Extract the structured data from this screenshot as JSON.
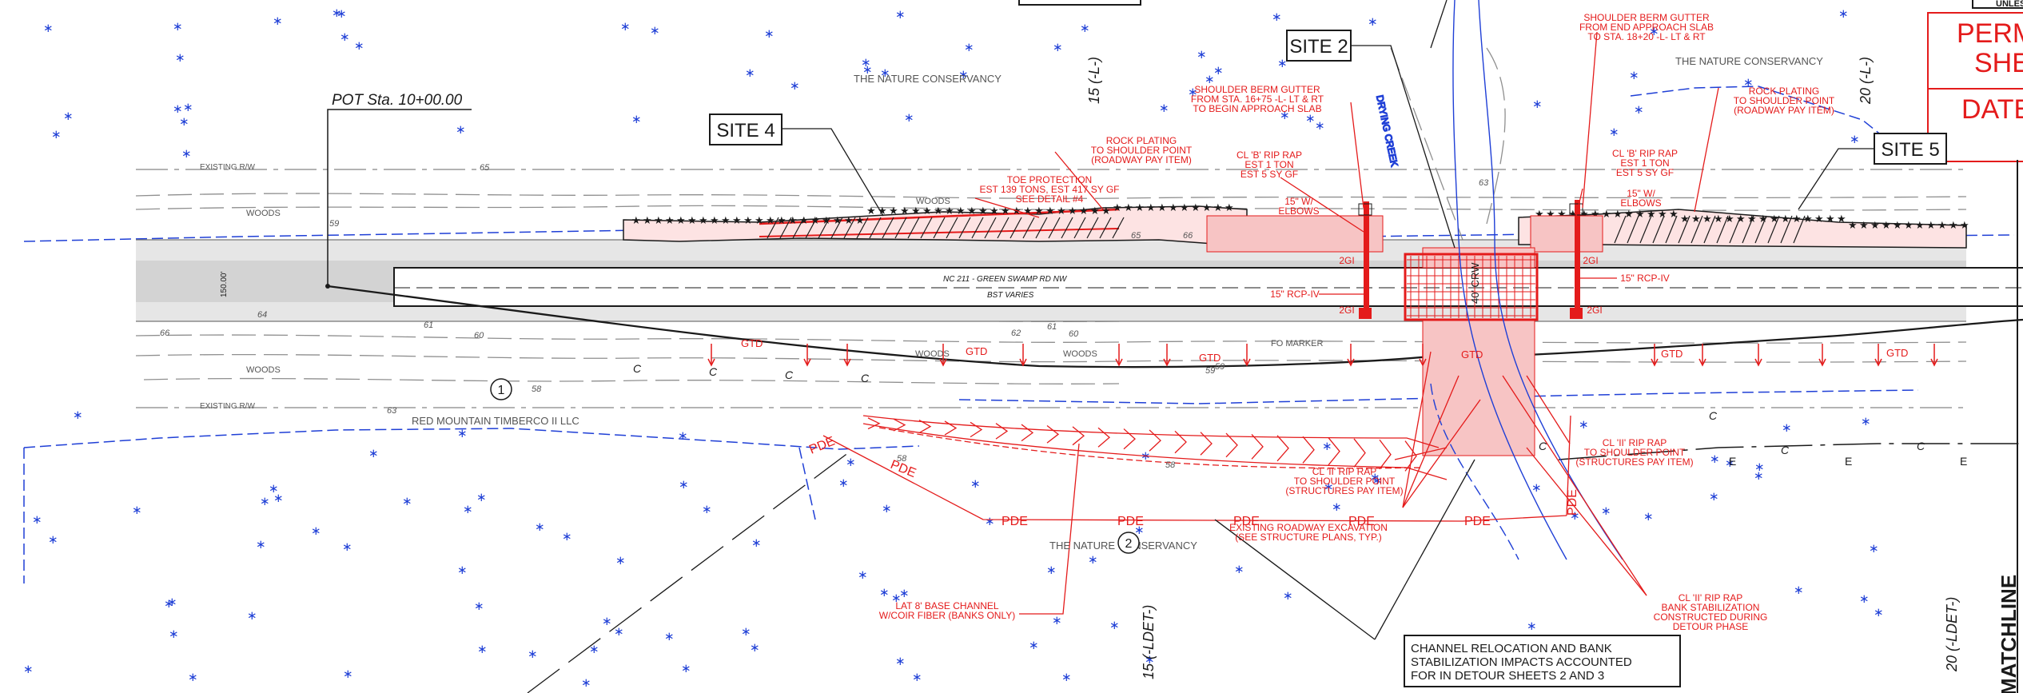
{
  "stamp": {
    "unless": "UNLESS A",
    "perm": "PERM",
    "she": "SHE",
    "date": "DATE"
  },
  "sites": {
    "site2": "SITE 2",
    "site4": "SITE 4",
    "site5": "SITE 5"
  },
  "pot_label": "POT Sta. 10+00.00",
  "stations": {
    "l15_top": "15 (-L-)",
    "l20_top": "20 (-L-)",
    "ldet15": "15 (-LDET-)",
    "ldet20": "20 (-LDET-)"
  },
  "matchline": "MATCHLINE",
  "owners": {
    "nc_top_left": "THE NATURE CONSERVANCY",
    "nc_top_right": "THE NATURE CONSERVANCY",
    "nc_bottom": "THE NATURE CONSERVANCY",
    "rmt": "RED MOUNTAIN TIMBERCO II LLC"
  },
  "parcels": {
    "p1": "1",
    "p2": "2"
  },
  "road": {
    "name": "NC 211 - GREEN SWAMP RD NW",
    "surface": "BST VARIES",
    "row_width": "150.00'"
  },
  "misc": {
    "existing_rw_top": "EXISTING R/W",
    "existing_rw_bottom": "EXISTING R/W",
    "woods_1": "WOODS",
    "woods_2": "WOODS",
    "woods_3": "WOODS",
    "woods_4": "WOODS",
    "woods_5": "WOODS",
    "fo_marker": "FO MARKER",
    "creek": "DRYING CREEK",
    "crw": "40' CRW"
  },
  "callouts": {
    "gutter_right": [
      "SHOULDER BERM GUTTER",
      "FROM END APPROACH SLAB",
      "TO STA. 18+20 -L- LT & RT"
    ],
    "gutter_left": [
      "SHOULDER BERM GUTTER",
      "FROM STA. 16+75 -L- LT & RT",
      "TO BEGIN APPROACH SLAB"
    ],
    "rock_left": [
      "ROCK PLATING",
      "TO SHOULDER POINT",
      "(ROADWAY PAY ITEM)"
    ],
    "rock_right": [
      "ROCK PLATING",
      "TO SHOULDER POINT",
      "(ROADWAY PAY ITEM)"
    ],
    "toe": [
      "TOE PROTECTION",
      "EST 139 TONS, EST 417 SY GF",
      "SEE DETAIL #4"
    ],
    "rip_left": [
      "CL 'B' RIP RAP",
      "EST 1 TON",
      "EST 5 SY GF"
    ],
    "rip_right": [
      "CL 'B' RIP RAP",
      "EST 1 TON",
      "EST 5 SY GF"
    ],
    "elbows_left": [
      "15\" W/",
      "ELBOWS"
    ],
    "elbows_right": [
      "15\" W/",
      "ELBOWS"
    ],
    "rcp_left": "15\" RCP-IV",
    "rcp_right": "15\" RCP-IV",
    "gi": [
      "2GI",
      "2GI",
      "2GI",
      "2GI"
    ],
    "ii_right": [
      "CL 'II' RIP RAP",
      "TO SHOULDER POINT",
      "(STRUCTURES PAY ITEM)"
    ],
    "ii_mid": [
      "CL 'II' RIP RAP",
      "TO SHOULDER POINT",
      "(STRUCTURES PAY ITEM)"
    ],
    "excavation": [
      "EXISTING ROADWAY EXCAVATION",
      "(SEE STRUCTURE PLANS, TYP.)"
    ],
    "channel": [
      "LAT 8' BASE CHANNEL",
      "W/COIR FIBER (BANKS ONLY)"
    ],
    "bank": [
      "CL 'II' RIP RAP",
      "BANK STABILIZATION",
      "CONSTRUCTED DURING",
      "DETOUR PHASE"
    ],
    "note": [
      "CHANNEL RELOCATION AND BANK",
      "STABILIZATION IMPACTS ACCOUNTED",
      "FOR IN DETOUR SHEETS 2 AND 3"
    ]
  },
  "gtd": [
    "GTD",
    "GTD",
    "GTD",
    "GTD",
    "GTD",
    "GTD"
  ],
  "pde": [
    "PDE",
    "PDE",
    "PDE",
    "PDE",
    "PDE",
    "PDE",
    "PDE",
    "PDE"
  ],
  "cline": [
    "C",
    "C",
    "C",
    "C",
    "C",
    "C",
    "C",
    "C"
  ],
  "eline": [
    "E",
    "E",
    "E"
  ],
  "contours": [
    "65",
    "59",
    "64",
    "61",
    "60",
    "66",
    "58",
    "63",
    "62",
    "61",
    "60",
    "59",
    "58",
    "66",
    "65",
    "63",
    "59",
    "58"
  ],
  "colors": {
    "red": "#e41b1b",
    "blue": "#1f3fd6",
    "black": "#1a1a1a",
    "gray": "#888888"
  }
}
